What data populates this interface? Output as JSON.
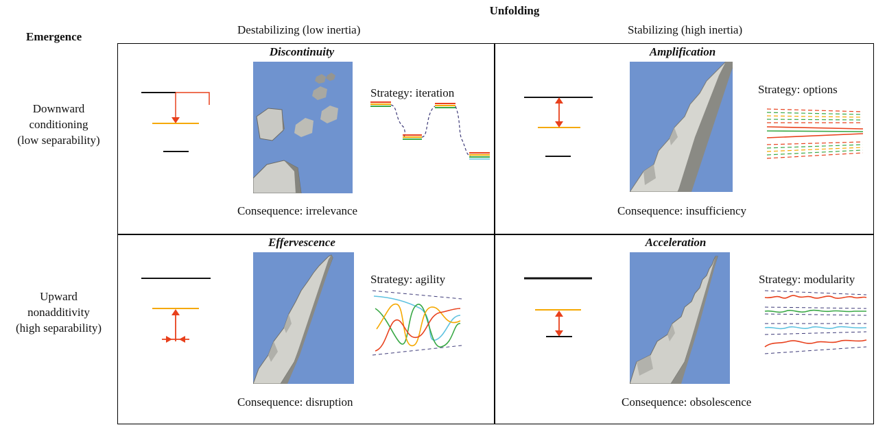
{
  "header": {
    "unfolding": "Unfolding",
    "emergence": "Emergence",
    "col_left": "Destabilizing (low inertia)",
    "col_right": "Stabilizing (high inertia)"
  },
  "rows": {
    "top": [
      "Downward",
      "conditioning",
      "(low separability)"
    ],
    "bottom": [
      "Upward",
      "nonadditivity",
      "(high separability)"
    ]
  },
  "cells": {
    "discontinuity": {
      "title": "Discontinuity",
      "strategy": "Strategy: iteration",
      "consequence": "Consequence: irrelevance"
    },
    "amplification": {
      "title": "Amplification",
      "strategy": "Strategy: options",
      "consequence": "Consequence: insufficiency"
    },
    "effervescence": {
      "title": "Effervescence",
      "strategy": "Strategy: agility",
      "consequence": "Consequence: disruption"
    },
    "acceleration": {
      "title": "Acceleration",
      "strategy": "Strategy: modularity",
      "consequence": "Consequence: obsolescence"
    }
  },
  "colors": {
    "black": "#111111",
    "red": "#e8401c",
    "orange": "#f5a800",
    "green": "#39a845",
    "sky": "#6f93cf",
    "cyan": "#5ec2e0",
    "purple": "#3d3a78"
  }
}
